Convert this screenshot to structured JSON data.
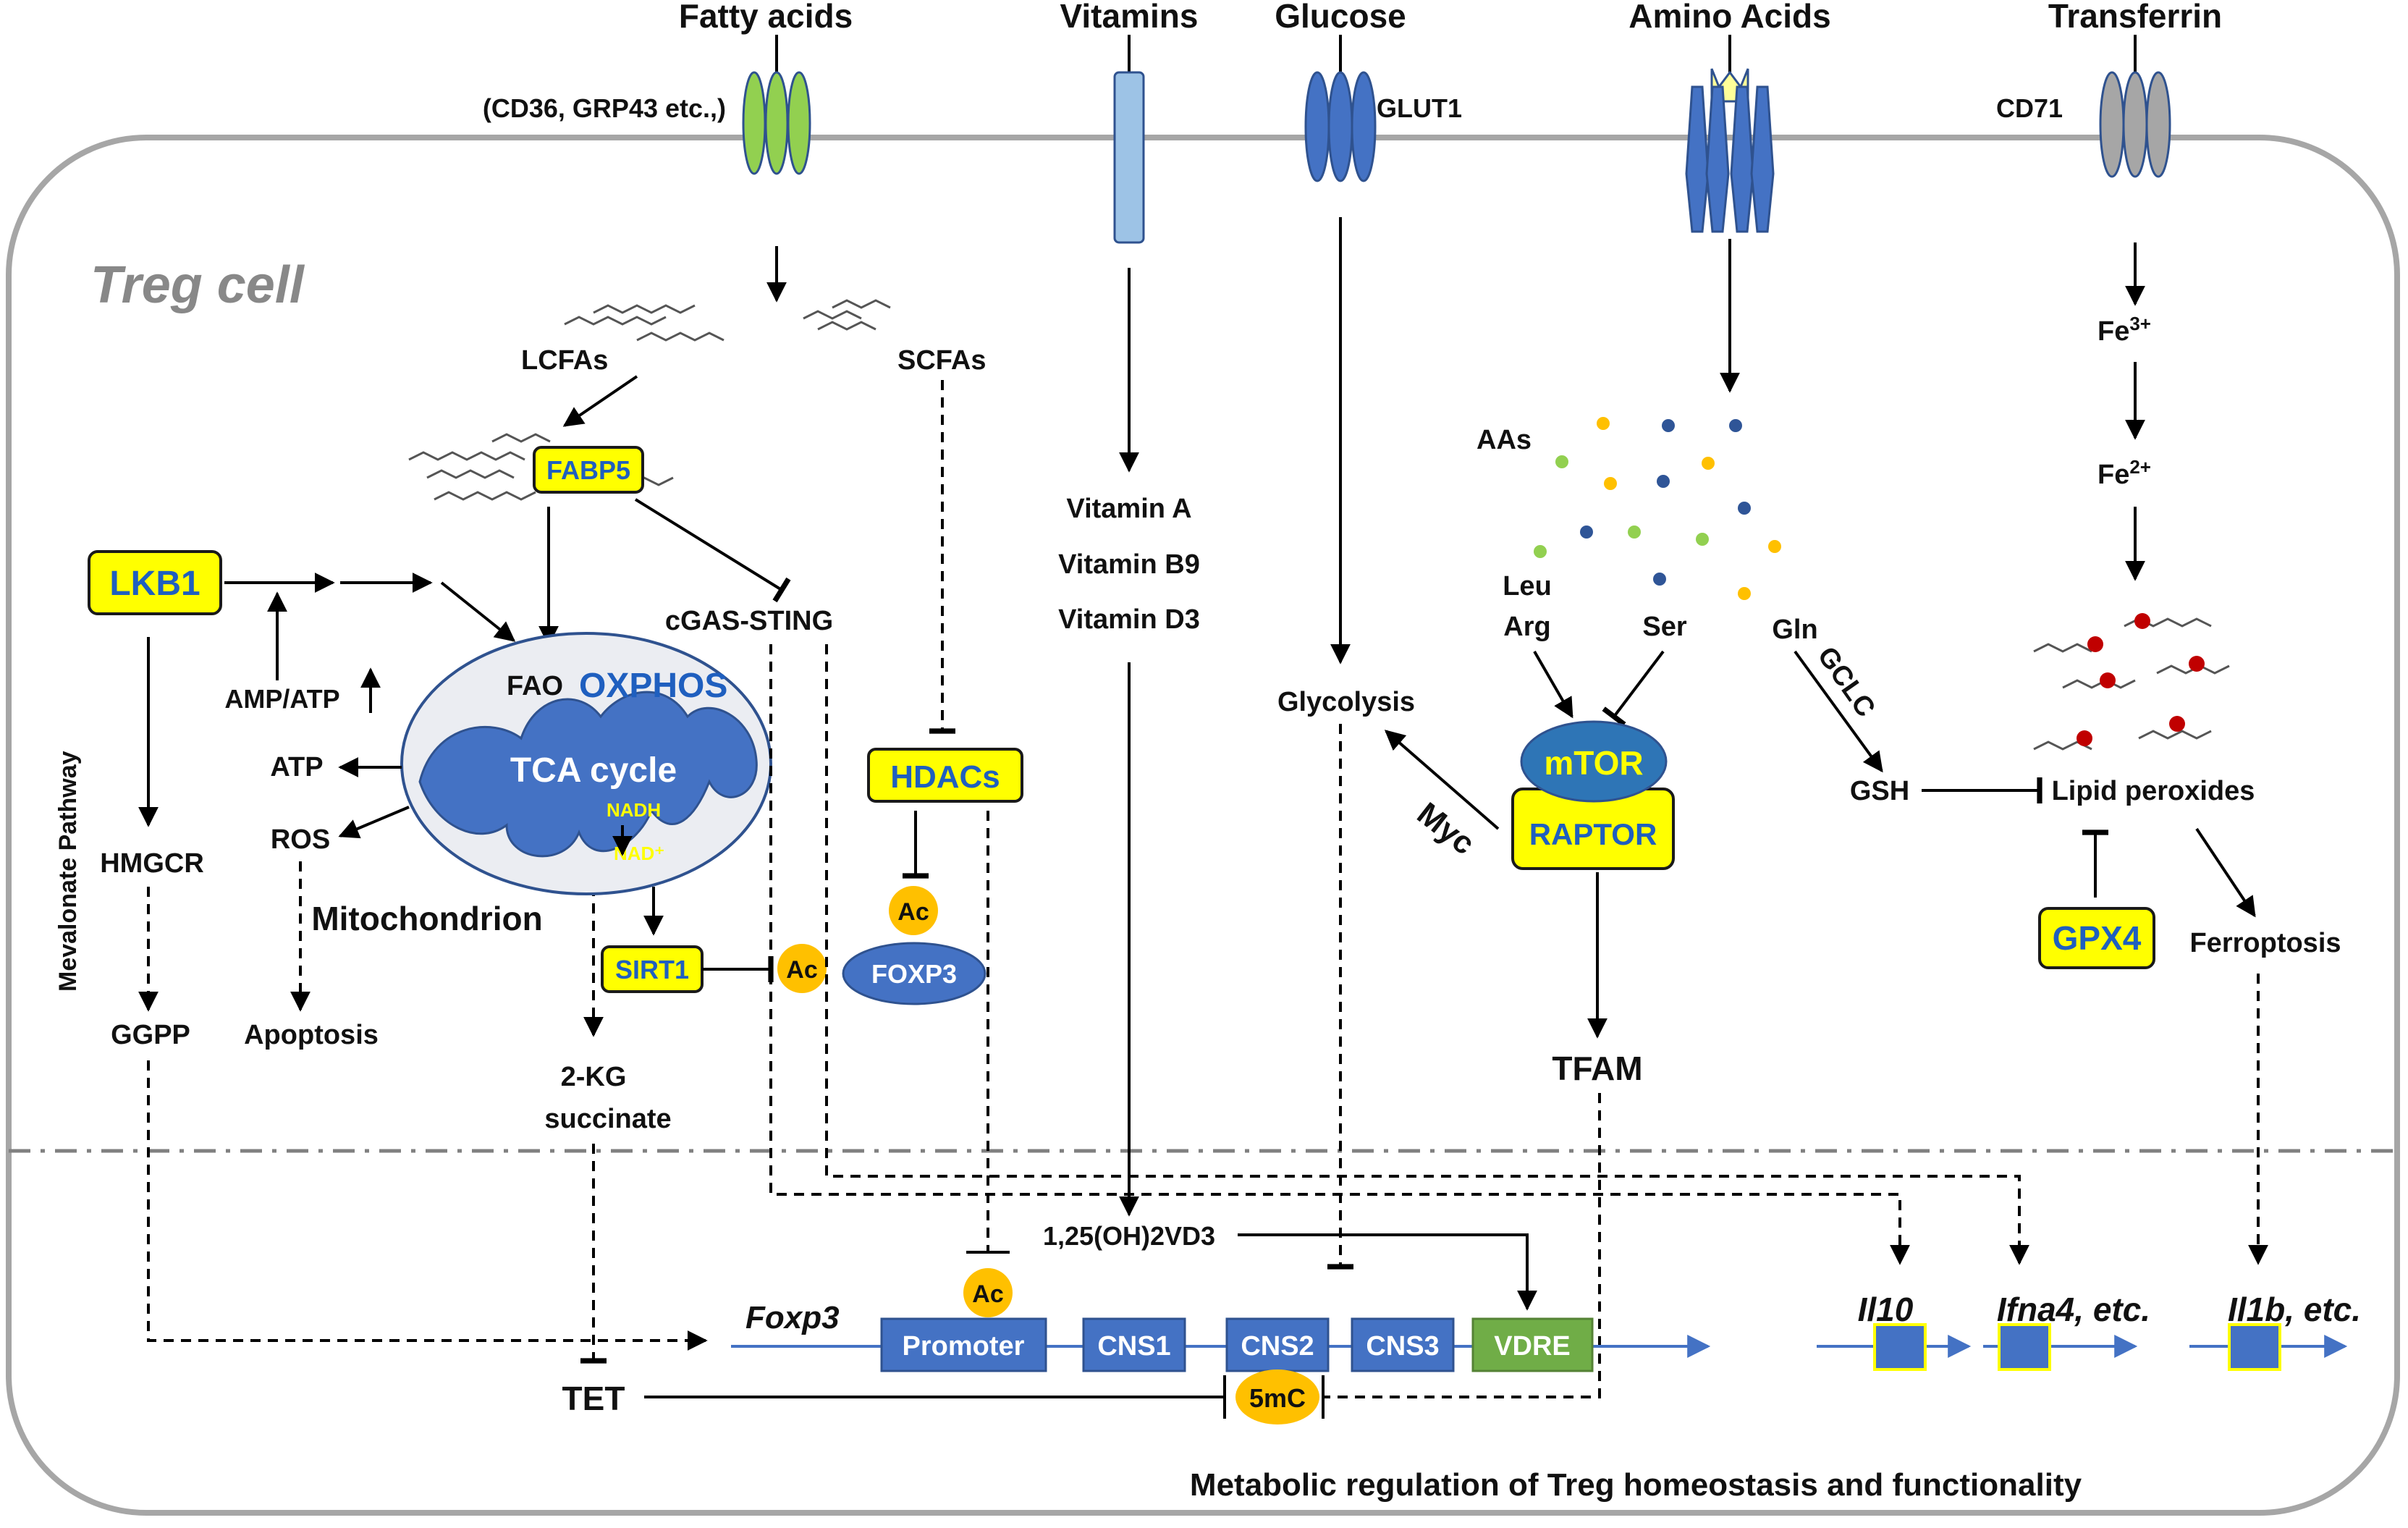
{
  "diagram": {
    "cell_label": "Treg cell",
    "caption": "Metabolic regulation of Treg homeostasis and functionality",
    "nutrients": {
      "fatty_acids": "Fatty acids",
      "vitamins": "Vitamins",
      "glucose": "Glucose",
      "amino_acids": "Amino Acids",
      "transferrin": "Transferrin"
    },
    "transporters": {
      "fa_transporter": "(CD36, GRP43 etc.,)",
      "glut1": "GLUT1",
      "cd71": "CD71"
    },
    "fat": {
      "lcfas": "LCFAs",
      "scfas": "SCFAs",
      "fabp5": "FABP5",
      "cgas_sting": "cGAS-STING",
      "hdacs": "HDACs",
      "ac": "Ac",
      "foxp3": "FOXP3",
      "sirt1": "SIRT1",
      "kg": "2-KG",
      "succinate": "succinate"
    },
    "lkb1": {
      "lkb1": "LKB1",
      "amp_atp": "AMP/ATP",
      "atp": "ATP",
      "ros": "ROS",
      "apoptosis": "Apoptosis",
      "hmgcr": "HMGCR",
      "ggpp": "GGPP",
      "mevalonate": "Mevalonate Pathway"
    },
    "mito": {
      "fao": "FAO",
      "oxphos": "OXPHOS",
      "tca": "TCA cycle",
      "nadh": "NADH",
      "nad": "NAD⁺",
      "label": "Mitochondrion"
    },
    "vitamin": {
      "a": "Vitamin A",
      "b9": "Vitamin B9",
      "d3": "Vitamin D3",
      "vd3": "1,25(OH)2VD3"
    },
    "glucose_path": {
      "glycolysis": "Glycolysis",
      "myc": "Myc"
    },
    "amino": {
      "aas": "AAs",
      "leu": "Leu",
      "arg": "Arg",
      "ser": "Ser",
      "gln": "Gln",
      "gclc": "GCLC",
      "mtor": "mTOR",
      "raptor": "RAPTOR",
      "tfam": "TFAM",
      "gsh": "GSH"
    },
    "iron": {
      "fe3": "Fe",
      "fe3_sup": "3+",
      "fe2": "Fe",
      "fe2_sup": "2+",
      "lipid_peroxides": "Lipid peroxides",
      "gpx4": "GPX4",
      "ferroptosis": "Ferroptosis"
    },
    "gene": {
      "foxp3": "Foxp3",
      "promoter": "Promoter",
      "cns1": "CNS1",
      "cns2": "CNS2",
      "cns3": "CNS3",
      "vdre": "VDRE",
      "ac": "Ac",
      "mc": "5mC",
      "tet": "TET",
      "il10": "Il10",
      "ifna4": "Ifna4, etc.",
      "il1b": "Il1b, etc."
    },
    "colors": {
      "yellow": "#ffff00",
      "blue": "#4472c4",
      "green_box": "#70ad47",
      "orange": "#ffc000",
      "cell_border": "#a6a6a6"
    }
  }
}
